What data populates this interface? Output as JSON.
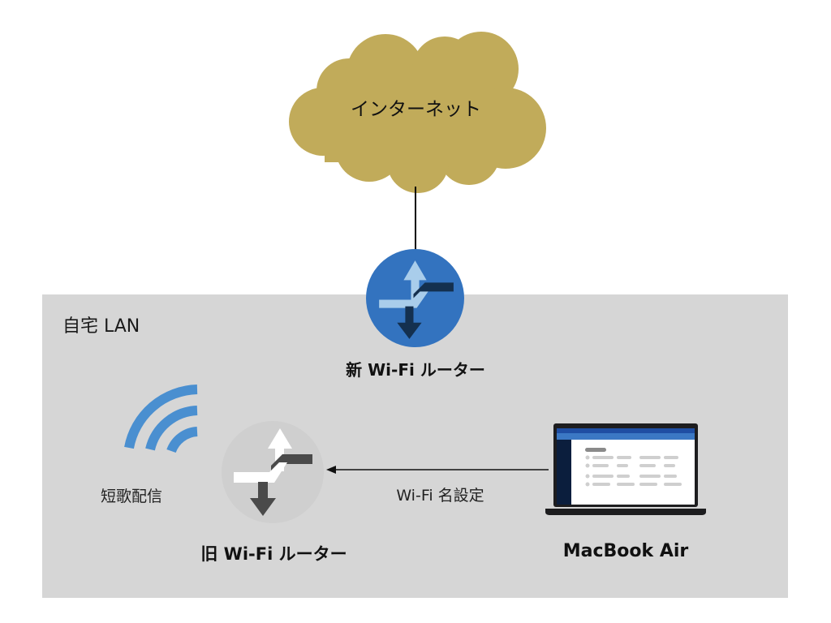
{
  "diagram": {
    "internet": {
      "label": "インターネット",
      "icon": "cloud-icon",
      "color": "#c1ab5a"
    },
    "lan": {
      "label": "自宅 LAN",
      "color": "#d6d6d6"
    },
    "new_router": {
      "label": "新 Wi-Fi ルーター",
      "icon": "router-icon",
      "color": "#3373bf",
      "arrow_light": "#a9cdeb",
      "arrow_dark": "#14304f"
    },
    "old_router": {
      "label": "旧 Wi-Fi ルーター",
      "icon": "router-icon",
      "color": "#cfcfcf",
      "arrow_light": "#ffffff",
      "arrow_dark": "#4a4a4a"
    },
    "broadcast": {
      "label": "短歌配信",
      "icon": "wifi-signal-icon",
      "color": "#4a8fd0"
    },
    "config_link": {
      "label": "Wi-Fi 名設定",
      "direction": "MacBook Air → 旧 Wi-Fi ルーター"
    },
    "laptop": {
      "label": "MacBook Air",
      "icon": "laptop-icon"
    },
    "connections": [
      {
        "from": "インターネット",
        "to": "新 Wi-Fi ルーター",
        "type": "line"
      },
      {
        "from": "MacBook Air",
        "to": "旧 Wi-Fi ルーター",
        "type": "arrow",
        "label": "Wi-Fi 名設定"
      }
    ]
  }
}
